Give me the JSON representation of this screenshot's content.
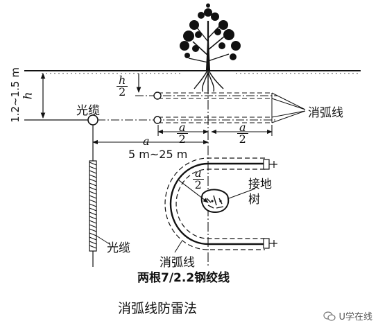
{
  "labels": {
    "depth": "1.2~1.5 m",
    "h": "h",
    "cable_top": "光缆",
    "arc_wire_right": "消弧线",
    "a": "a",
    "span": "5 m~25 m",
    "ground_tree": "接地\n树",
    "cable_bottom": "光缆",
    "arc_wire_bottom": "消弧线",
    "wire_spec": "两根7/2.2钢绞线",
    "caption": "消弧线防雷法"
  },
  "fractions": {
    "h_half": {
      "num": "h",
      "den": "2"
    },
    "a_half_1": {
      "num": "a",
      "den": "2"
    },
    "a_half_2": {
      "num": "a",
      "den": "2"
    },
    "a_half_3": {
      "num": "a",
      "den": "2"
    }
  },
  "watermark": {
    "text": "U学在线"
  },
  "colors": {
    "ink": "#111111",
    "background": "#ffffff"
  }
}
